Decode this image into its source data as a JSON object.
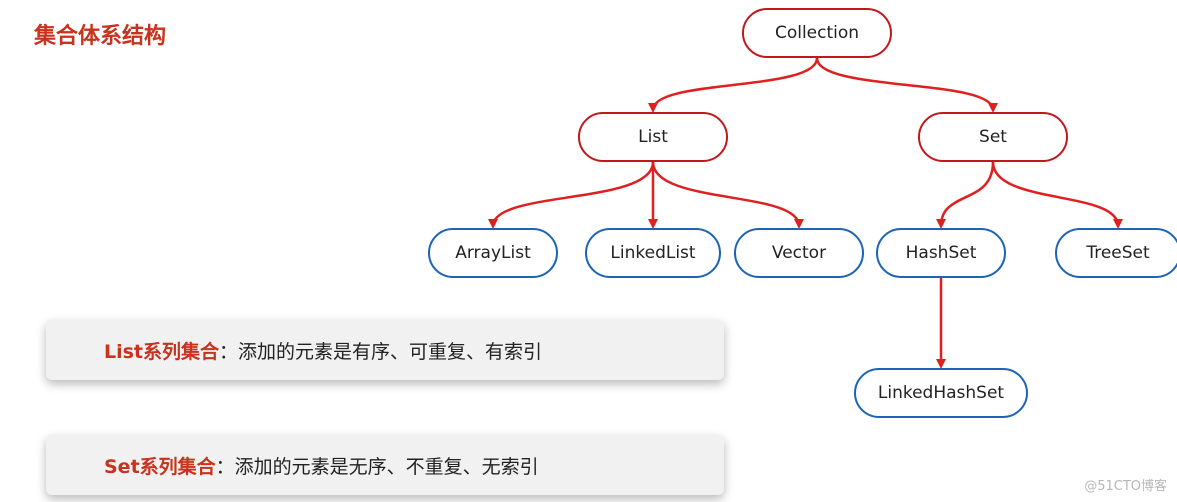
{
  "title": "集合体系结构",
  "nodes": {
    "collection": "Collection",
    "list": "List",
    "set": "Set",
    "arraylist": "ArrayList",
    "linkedlist": "LinkedList",
    "vector": "Vector",
    "hashset": "HashSet",
    "treeset": "TreeSet",
    "linkedhashset": "LinkedHashSet"
  },
  "cards": {
    "list": {
      "keyword": "List系列集合",
      "sep": "：",
      "desc": "添加的元素是有序、可重复、有索引"
    },
    "set": {
      "keyword": "Set系列集合",
      "sep": "：",
      "desc": "添加的元素是无序、不重复、无索引"
    }
  },
  "watermark": "@51CTO博客",
  "colors": {
    "title": "#c8321e",
    "interface_border": "#c0181d",
    "class_border": "#1c64b8",
    "arrow": "#e02020"
  }
}
